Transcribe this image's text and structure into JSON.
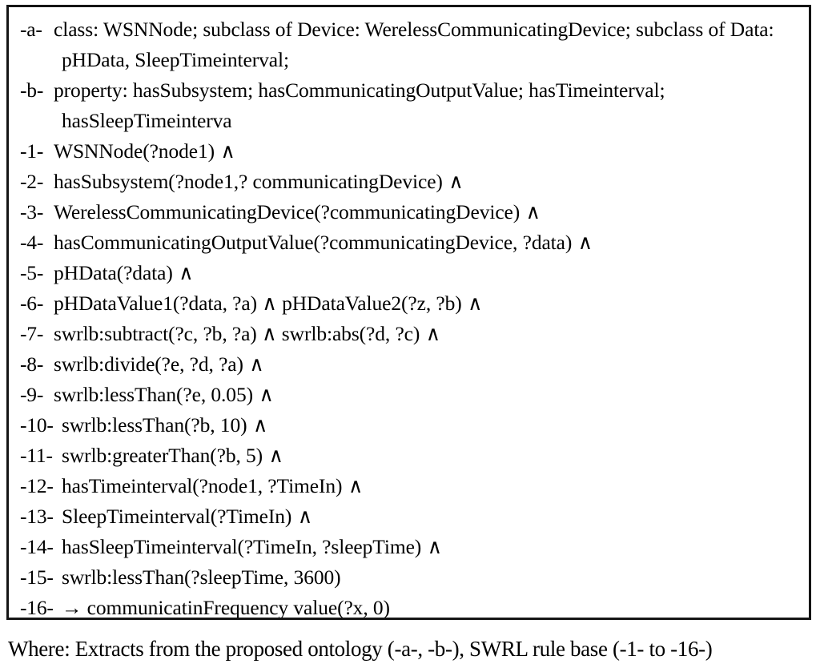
{
  "figure": {
    "box": {
      "border_color": "#151515",
      "background": "#ffffff"
    },
    "ontology_lines": [
      {
        "label": "-a-",
        "text": "class: WSNNode; subclass of Device: WerelessCommunicatingDevice; subclass of Data:",
        "continuation": "pHData, SleepTimeinterval;"
      },
      {
        "label": "-b-",
        "text": "property: hasSubsystem; hasCommunicatingOutputValue;  hasTimeinterval;",
        "continuation": "hasSleepTimeinterva"
      }
    ],
    "rule_lines": [
      {
        "label": "-1-",
        "text": "WSNNode(?node1)",
        "connector": "∧"
      },
      {
        "label": "-2-",
        "text": "hasSubsystem(?node1,? communicatingDevice)",
        "connector": "∧"
      },
      {
        "label": "-3-",
        "text": "WerelessCommunicatingDevice(?communicatingDevice)",
        "connector": "∧"
      },
      {
        "label": "-4-",
        "text": "hasCommunicatingOutputValue(?communicatingDevice, ?data)",
        "connector": "∧"
      },
      {
        "label": "-5-",
        "text": "pHData(?data)",
        "connector": "∧"
      },
      {
        "label": "-6-",
        "text": "pHDataValue1(?data, ?a)  ∧  pHDataValue2(?z, ?b)",
        "connector": "∧"
      },
      {
        "label": "-7-",
        "text": "swrlb:subtract(?c, ?b, ?a)  ∧  swrlb:abs(?d, ?c)",
        "connector": "∧"
      },
      {
        "label": "-8-",
        "text": "swrlb:divide(?e, ?d, ?a)",
        "connector": "∧"
      },
      {
        "label": "-9-",
        "text": "swrlb:lessThan(?e, 0.05)",
        "connector": "∧"
      },
      {
        "label": "-10-",
        "text": "swrlb:lessThan(?b, 10)",
        "connector": "∧"
      },
      {
        "label": "-11-",
        "text": "swrlb:greaterThan(?b,  5)",
        "connector": "∧"
      },
      {
        "label": "-12-",
        "text": "hasTimeinterval(?node1, ?TimeIn)",
        "connector": "∧"
      },
      {
        "label": "-13-",
        "text": "SleepTimeinterval(?TimeIn)",
        "connector": "∧"
      },
      {
        "label": "-14-",
        "text": "hasSleepTimeinterval(?TimeIn, ?sleepTime)",
        "connector": "∧"
      },
      {
        "label": "-15-",
        "text": "swrlb:lessThan(?sleepTime, 3600)",
        "connector": ""
      },
      {
        "label": "-16-",
        "text": "→ communicatinFrequency  value(?x, 0)",
        "connector": ""
      }
    ]
  },
  "caption": {
    "text": "Where: Extracts from the proposed ontology (-a-, -b-), SWRL rule base (-1- to -16-)"
  }
}
